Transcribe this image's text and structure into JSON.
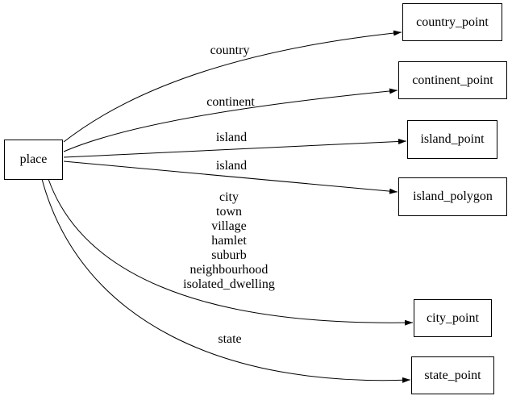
{
  "diagram": {
    "type": "directed-graph",
    "background_color": "#ffffff",
    "line_color": "#000000",
    "text_color": "#000000",
    "nodes": [
      {
        "id": "place",
        "label": "place"
      },
      {
        "id": "country_point",
        "label": "country_point"
      },
      {
        "id": "continent_point",
        "label": "continent_point"
      },
      {
        "id": "island_point",
        "label": "island_point"
      },
      {
        "id": "island_polygon",
        "label": "island_polygon"
      },
      {
        "id": "city_point",
        "label": "city_point"
      },
      {
        "id": "state_point",
        "label": "state_point"
      }
    ],
    "edges": [
      {
        "from": "place",
        "to": "country_point",
        "label": "country"
      },
      {
        "from": "place",
        "to": "continent_point",
        "label": "continent"
      },
      {
        "from": "place",
        "to": "island_point",
        "label": "island"
      },
      {
        "from": "place",
        "to": "island_polygon",
        "label": "island"
      },
      {
        "from": "place",
        "to": "city_point",
        "label": "city\ntown\nvillage\nhamlet\nsuburb\nneighbourhood\nisolated_dwelling"
      },
      {
        "from": "place",
        "to": "state_point",
        "label": "state"
      }
    ]
  }
}
